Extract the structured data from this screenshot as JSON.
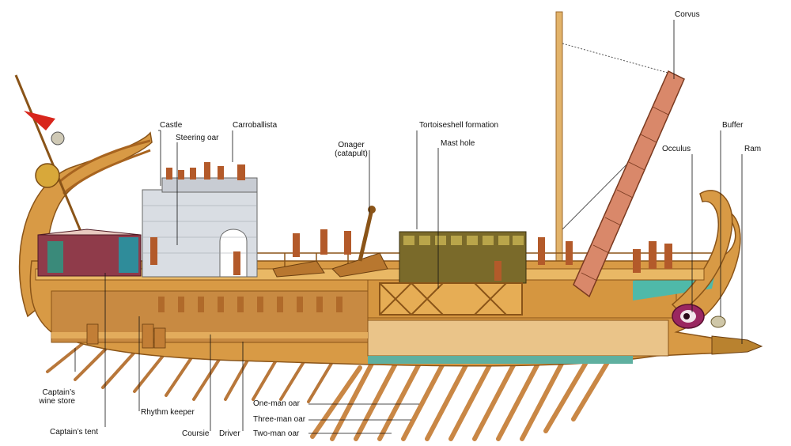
{
  "labels": {
    "castle": "Castle",
    "steering_oar": "Steering oar",
    "carroballista": "Carroballista",
    "onager": "Onager\n(catapult)",
    "tortoiseshell": "Tortoiseshell formation",
    "mast_hole": "Mast hole",
    "corvus": "Corvus",
    "occulus": "Occulus",
    "buffer": "Buffer",
    "ram": "Ram",
    "captains_wine_store": "Captain’s\nwine store",
    "captains_tent": "Captain’s tent",
    "rhythm_keeper": "Rhythm keeper",
    "coursie": "Coursie",
    "driver": "Driver",
    "one_man_oar": "One-man oar",
    "three_man_oar": "Three-man oar",
    "two_man_oar": "Two-man oar"
  },
  "colors": {
    "hull": "#d89a45",
    "hull_dark": "#a8641f",
    "deck": "#e9b865",
    "stone": "#d9dde3",
    "flag": "#d8261c",
    "tent": "#8f3b4a",
    "oculus": "#9a2760",
    "oar": "#c98745",
    "leader": "#111111"
  }
}
